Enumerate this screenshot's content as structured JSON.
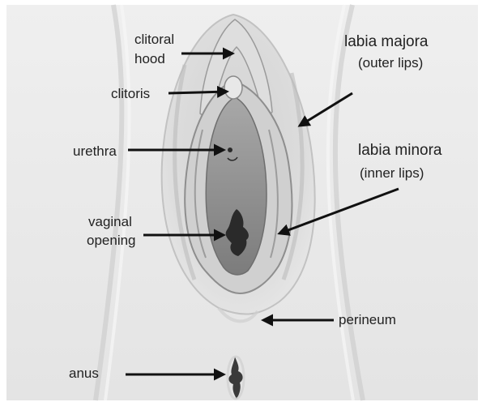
{
  "labels": {
    "clitoral_hood": [
      "clitoral",
      "hood"
    ],
    "clitoris": "clitoris",
    "urethra": "urethra",
    "vaginal_opening": [
      "vaginal",
      "opening"
    ],
    "anus": "anus",
    "labia_majora": "labia majora",
    "labia_majora_sub": "(outer lips)",
    "labia_minora": "labia minora",
    "labia_minora_sub": "(inner lips)",
    "perineum": "perineum"
  },
  "colors": {
    "background": "#ffffff",
    "skin_light": "#ececec",
    "skin_mid": "#d6d6d6",
    "skin_shadow": "#b8b8b8",
    "inner_dark": "#8c8c8c",
    "opening": "#2a2a2a",
    "text": "#222222",
    "arrow": "#111111"
  }
}
